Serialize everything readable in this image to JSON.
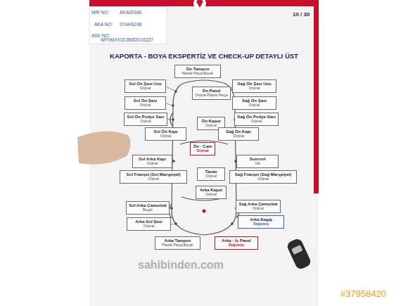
{
  "diagram": {
    "title": "KAPORTA - BOYA EKSPERTİZ VE CHECK-UP DETAYLI ÜST",
    "nodes": [
      {
        "text": [
          "Ön Tampon",
          "Plastik Parça Boyalı"
        ]
      },
      {
        "text": [
          "Sol Ön Şasi Ucu",
          "Orijinal"
        ]
      },
      {
        "text": [
          "Ön Panel",
          "Orijinal Plastik Parça"
        ]
      },
      {
        "text": [
          "Sağ Ön Şasi Ucu",
          "Orijinal"
        ]
      },
      {
        "text": [
          "Sol Ön Şasi",
          "Orijinal"
        ]
      },
      {
        "text": [
          "Sağ Ön Şasi",
          "Orijinal"
        ]
      },
      {
        "text": [
          "Sol Ön Podye Sacı",
          "Orijinal"
        ]
      },
      {
        "text": [
          "Ön Kaput",
          "Orijinal"
        ]
      },
      {
        "text": [
          "Sağ Ön Podye Sacı",
          "Orijinal"
        ]
      },
      {
        "text": [
          "Sol Ön Kapı",
          "Orijinal"
        ]
      },
      {
        "text": [
          "Sağ Ön Kapı",
          "Orijinal"
        ]
      },
      {
        "text": [
          "Ön - Cam",
          "Orijinal"
        ]
      },
      {
        "text": [
          "Sol Arka Kapı",
          "Orijinal"
        ]
      },
      {
        "text": [
          "Sunroof",
          "Yok"
        ]
      },
      {
        "text": [
          "Sol Franşet (Sol Marşpiyel)",
          "Orijinal"
        ]
      },
      {
        "text": [
          "Tavan",
          "Orijinal"
        ]
      },
      {
        "text": [
          "Sağ Franşet (Sağ Marşpiyel)",
          "Orijinal"
        ]
      },
      {
        "text": [
          "Arka Kaput",
          "Orijinal"
        ]
      },
      {
        "text": [
          "Sol Arka Çamurluk",
          "Boyalı"
        ]
      },
      {
        "text": [
          "Sağ Arka Çamurluk",
          "Orijinal"
        ]
      },
      {
        "text": [
          "Arka Sol Şasi",
          "Orijinal"
        ]
      },
      {
        "text": [
          "Arka Bagaj",
          "Değişmiş"
        ]
      },
      {
        "text": [
          "Arka Tampon",
          "Plastik Parça Boyalı"
        ]
      },
      {
        "text": [
          "Arka - İç Panel",
          "Değişmiş"
        ]
      }
    ],
    "labels": [
      "MRİ NO:",
      "AKA00346",
      "AKA NO:",
      "07AHS246",
      "ASE NO:",
      "WF0MXXGCBMDD16337",
      "10 / 30",
      "sahibinden.com",
      "#37958420"
    ]
  }
}
